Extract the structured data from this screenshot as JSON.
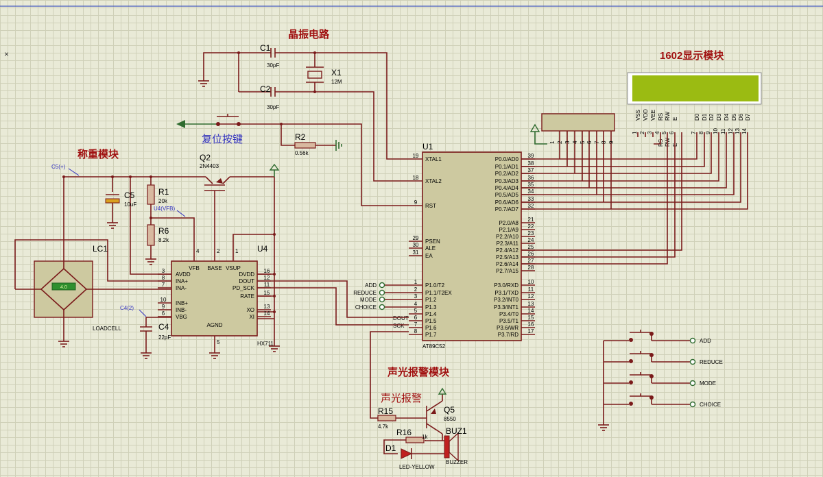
{
  "window": {
    "close_glyph": "×"
  },
  "titles": {
    "crystal": "晶振电路",
    "display": "1602显示模块",
    "weigh": "称重模块",
    "reset": "复位按键",
    "alarm_title": "声光报警模块",
    "alarm_sub": "声光报警"
  },
  "parts": {
    "c1": {
      "ref": "C1",
      "value": "30pF"
    },
    "c2": {
      "ref": "C2",
      "value": "30pF"
    },
    "x1": {
      "ref": "X1",
      "value": "12M"
    },
    "r2": {
      "ref": "R2",
      "value": "0.56k"
    },
    "q2": {
      "ref": "Q2",
      "value": "2N4403"
    },
    "r1": {
      "ref": "R1",
      "value": "20k"
    },
    "r6": {
      "ref": "R6",
      "value": "8.2k"
    },
    "c5": {
      "ref": "C5",
      "value": "10uF"
    },
    "c4": {
      "ref": "C4",
      "value": "22pF"
    },
    "lc1": {
      "ref": "LC1",
      "value": "LOADCELL",
      "display": "4.0"
    },
    "u4": {
      "ref": "U4",
      "value": "HX711"
    },
    "u1": {
      "ref": "U1",
      "value": "AT89C52"
    },
    "q5": {
      "ref": "Q5",
      "value": "8550"
    },
    "r15": {
      "ref": "R15",
      "value": "4.7k"
    },
    "r16": {
      "ref": "R16",
      "value": "1k"
    },
    "buz1": {
      "ref": "BUZ1",
      "value": "BUZZER"
    },
    "d1": {
      "ref": "D1",
      "value": "LED-YELLOW"
    }
  },
  "probes": {
    "c5": "C5(+)",
    "c4": "C4(2)",
    "u4vfb": "U4(VFB)"
  },
  "hx711": {
    "left_pins": [
      {
        "num": "3",
        "name": "AVDD"
      },
      {
        "num": "8",
        "name": "INA+"
      },
      {
        "num": "7",
        "name": "INA-"
      },
      {
        "num": "10",
        "name": "INB+"
      },
      {
        "num": "9",
        "name": "INB-"
      },
      {
        "num": "6",
        "name": "VBG"
      }
    ],
    "top_pins": [
      {
        "num": "4",
        "name": "VFB"
      },
      {
        "num": "2",
        "name": "BASE"
      },
      {
        "num": "1",
        "name": "VSUP"
      }
    ],
    "right_pins": [
      {
        "num": "16",
        "name": "DVDD"
      },
      {
        "num": "12",
        "name": "DOUT"
      },
      {
        "num": "11",
        "name": "PD_SCK"
      },
      {
        "num": "15",
        "name": "RATE"
      },
      {
        "num": "13",
        "name": "XO"
      },
      {
        "num": "14",
        "name": "XI"
      }
    ],
    "bottom_pin": {
      "num": "5",
      "name": "AGND"
    }
  },
  "u1": {
    "left_pins": [
      {
        "num": "19",
        "name": "XTAL1"
      },
      {
        "num": "18",
        "name": "XTAL2"
      },
      {
        "num": "9",
        "name": "RST"
      },
      {
        "num": "29",
        "name": "PSEN"
      },
      {
        "num": "30",
        "name": "ALE"
      },
      {
        "num": "31",
        "name": "EA"
      },
      {
        "num": "1",
        "name": "P1.0/T2"
      },
      {
        "num": "2",
        "name": "P1.1/T2EX"
      },
      {
        "num": "3",
        "name": "P1.2"
      },
      {
        "num": "4",
        "name": "P1.3"
      },
      {
        "num": "5",
        "name": "P1.4"
      },
      {
        "num": "6",
        "name": "P1.5"
      },
      {
        "num": "7",
        "name": "P1.6"
      },
      {
        "num": "8",
        "name": "P1.7"
      }
    ],
    "right_pins": [
      {
        "num": "39",
        "name": "P0.0/AD0"
      },
      {
        "num": "38",
        "name": "P0.1/AD1"
      },
      {
        "num": "37",
        "name": "P0.2/AD2"
      },
      {
        "num": "36",
        "name": "P0.3/AD3"
      },
      {
        "num": "35",
        "name": "P0.4/AD4"
      },
      {
        "num": "34",
        "name": "P0.5/AD5"
      },
      {
        "num": "33",
        "name": "P0.6/AD6"
      },
      {
        "num": "32",
        "name": "P0.7/AD7"
      },
      {
        "num": "21",
        "name": "P2.0/A8"
      },
      {
        "num": "22",
        "name": "P2.1/A9"
      },
      {
        "num": "23",
        "name": "P2.2/A10"
      },
      {
        "num": "24",
        "name": "P2.3/A11"
      },
      {
        "num": "25",
        "name": "P2.4/A12"
      },
      {
        "num": "26",
        "name": "P2.5/A13"
      },
      {
        "num": "27",
        "name": "P2.6/A14"
      },
      {
        "num": "28",
        "name": "P2.7/A15"
      },
      {
        "num": "10",
        "name": "P3.0/RXD"
      },
      {
        "num": "11",
        "name": "P3.1/TXD"
      },
      {
        "num": "12",
        "name": "P3.2/INT0"
      },
      {
        "num": "13",
        "name": "P3.3/INT1"
      },
      {
        "num": "14",
        "name": "P3.4/T0"
      },
      {
        "num": "15",
        "name": "P3.5/T1"
      },
      {
        "num": "16",
        "name": "P3.6/WR"
      },
      {
        "num": "17",
        "name": "P3.7/RD"
      }
    ]
  },
  "u1_terminals": [
    "ADD",
    "REDUCE",
    "MODE",
    "CHOICE"
  ],
  "u1_signals": {
    "dout": "DOUT",
    "sck": "SCK"
  },
  "button_terminals": [
    "ADD",
    "REDUCE",
    "MODE",
    "CHOICE"
  ],
  "lcd_pins": [
    {
      "num": "1",
      "name": "VSS"
    },
    {
      "num": "2",
      "name": "VDD"
    },
    {
      "num": "3",
      "name": "VEE"
    },
    {
      "num": "4",
      "name": "RS"
    },
    {
      "num": "5",
      "name": "RW"
    },
    {
      "num": "6",
      "name": "E"
    },
    {
      "num": "7",
      "name": "D0"
    },
    {
      "num": "8",
      "name": "D1"
    },
    {
      "num": "9",
      "name": "D2"
    },
    {
      "num": "10",
      "name": "D3"
    },
    {
      "num": "11",
      "name": "D4"
    },
    {
      "num": "12",
      "name": "D5"
    },
    {
      "num": "13",
      "name": "D6"
    },
    {
      "num": "14",
      "name": "D7"
    }
  ],
  "rp_pins": [
    "1",
    "2",
    "3",
    "4",
    "5",
    "6",
    "7",
    "8",
    "9"
  ],
  "colors": {
    "wire": "#7a1a1a",
    "lcd_screen": "#9bbb12",
    "ic_body": "#cdc9a0",
    "title": "#a01010",
    "note": "#3030c0"
  }
}
